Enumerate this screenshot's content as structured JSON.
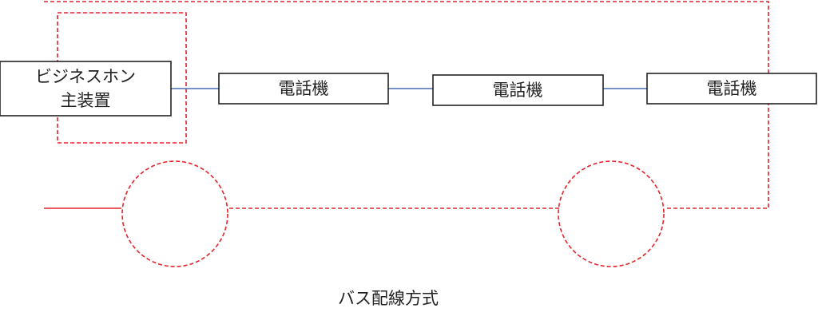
{
  "diagram": {
    "main_unit": {
      "line1": "ビジネスホン",
      "line2": "主装置"
    },
    "phones": [
      {
        "label": "電話機"
      },
      {
        "label": "電話機"
      },
      {
        "label": "電話機"
      }
    ],
    "caption": "バス配線方式",
    "colors": {
      "bus_outline": "#e3242b",
      "connection_line": "#4a6fb5",
      "box_border": "#222222",
      "text": "#222222"
    }
  }
}
